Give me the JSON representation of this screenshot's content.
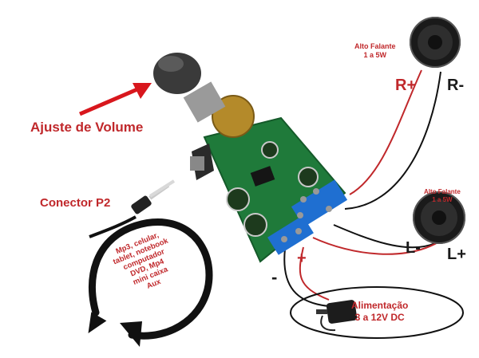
{
  "labels": {
    "volume": "Ajuste de Volume",
    "connector": "Conector P2",
    "speaker_top": [
      "Alto Falante",
      "1 a 5W"
    ],
    "speaker_bottom": [
      "Alto Falante",
      "1 a 5W"
    ],
    "r_plus": "R+",
    "r_minus": "R-",
    "l_minus": "L-",
    "l_plus": "L+",
    "power_plus": "+",
    "power_minus": "-",
    "power": [
      "Alimentação",
      "3 a 12V DC"
    ],
    "devices": [
      "Mp3, celular,",
      "tablet, notebook",
      "computador",
      "DVD, Mp4",
      "mini caixa",
      "Aux"
    ]
  },
  "colors": {
    "label_red": "#c0282b",
    "wire_red": "#c0282b",
    "wire_black": "#111111",
    "pcb_green": "#1f7a3a",
    "terminal_blue": "#1f6fd1"
  }
}
